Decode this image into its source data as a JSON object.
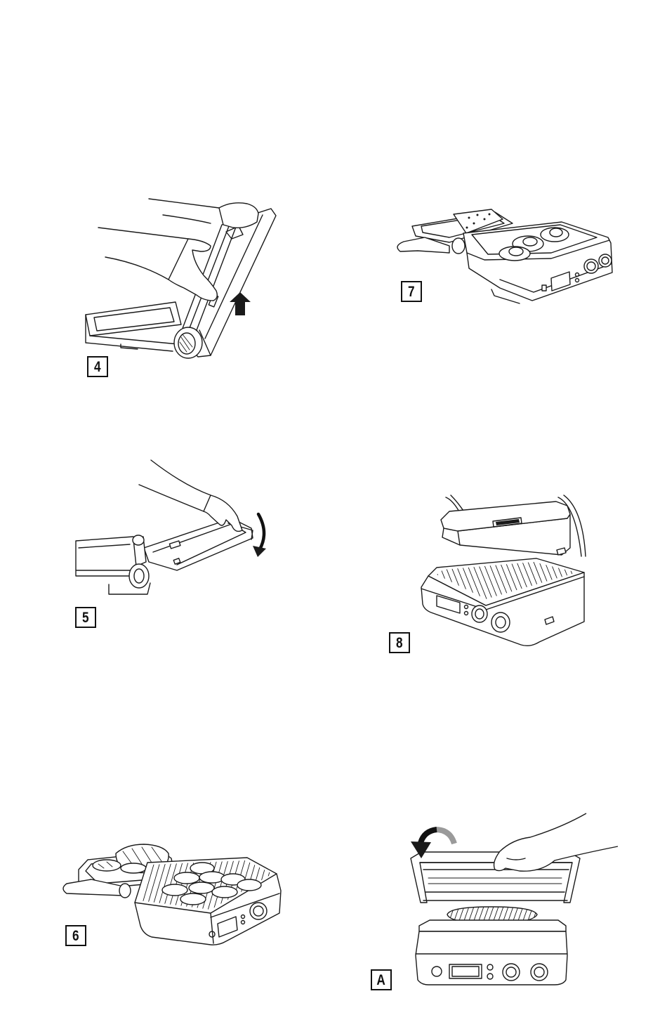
{
  "figures": {
    "fig4": {
      "label": "4"
    },
    "fig5": {
      "label": "5"
    },
    "fig6": {
      "label": "6"
    },
    "fig7": {
      "label": "7"
    },
    "fig8": {
      "label": "8"
    },
    "figA": {
      "label": "A"
    }
  },
  "colors": {
    "line": "#1a1a1a",
    "arrow": "#111111",
    "arrow_tail": "#9a9a9a"
  },
  "icons": {
    "fig4_arrow": "arrow-up-icon",
    "fig5_arrow": "curved-arrow-down-icon",
    "figA_arrow": "curved-arrow-close-icon"
  }
}
